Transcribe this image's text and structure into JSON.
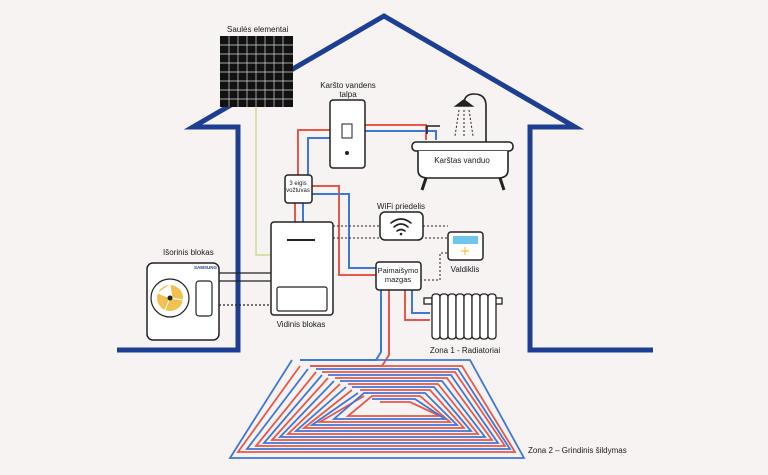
{
  "labels": {
    "solar": "Saulės elementai",
    "tank_line1": "Karšto vandens",
    "tank_line2": "talpa",
    "hot_water": "Karštas vanduo",
    "valve_line1": "3 eigis",
    "valve_line2": "vožtuvas",
    "wifi": "WiFi priedelis",
    "controller": "Valdiklis",
    "mix_line1": "Paimaišymo",
    "mix_line2": "mazgas",
    "outdoor": "Išorinis blokas",
    "brand": "SAMSUNG",
    "indoor": "Vidinis blokas",
    "zone1": "Zona 1 - Radiatoriai",
    "zone2": "Zona 2 – Grindinis šildymas"
  },
  "colors": {
    "house": "#1c3f94",
    "hot_pipe": "#e8584a",
    "cold_pipe": "#3d78d8",
    "device_stroke": "#222222",
    "solar_panel": "#111111",
    "fan_yellow": "#f2c14e",
    "controller_screen": "#6ec6ec"
  }
}
